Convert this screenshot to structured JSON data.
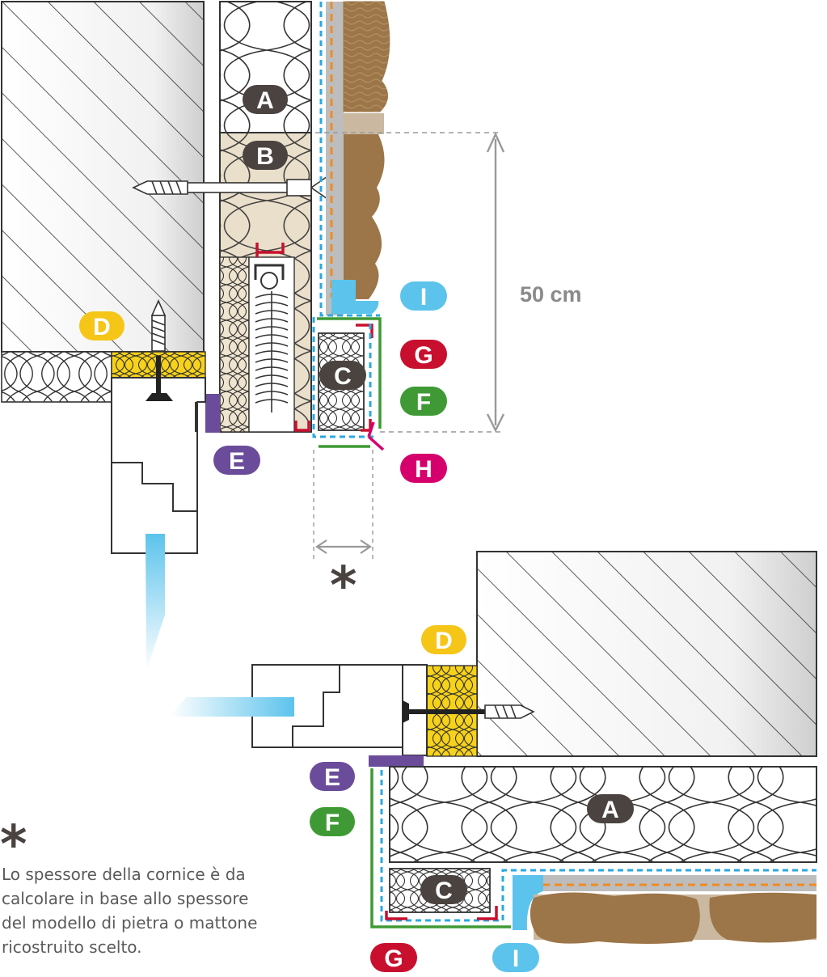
{
  "colors": {
    "label_dark": "#4a4340",
    "label_yellow": "#f5c518",
    "label_purple": "#6b4c9a",
    "label_red": "#c8102e",
    "label_green": "#3f9a35",
    "label_magenta": "#d6006d",
    "label_blue": "#5cc3ec",
    "stone": "#9c7648",
    "mortar": "#cbb8a0",
    "insulation_yellow": "#f7d21a",
    "insulation_beige": "#eadfcb",
    "dash_blue": "#2aa8e0",
    "dash_orange": "#f08a24"
  },
  "labels": {
    "A": "A",
    "B": "B",
    "C": "C",
    "D": "D",
    "E": "E",
    "F": "F",
    "G": "G",
    "H": "H",
    "I": "I"
  },
  "dimension": {
    "height_label": "50 cm",
    "asterisk": "*"
  },
  "note": {
    "asterisk": "*",
    "lines": [
      "Lo spessore della cornice è da",
      "calcolare in base allo spessore",
      "del modello di pietra o mattone",
      "ricostruito scelto."
    ]
  }
}
